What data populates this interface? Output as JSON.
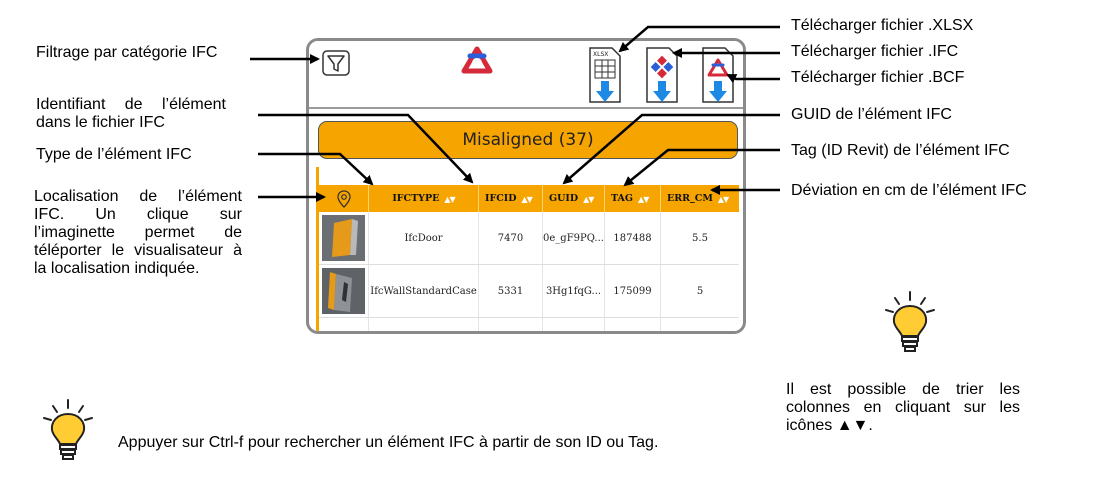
{
  "panel": {
    "banner_title": "Misaligned (37)",
    "columns": [
      "IFCTYPE",
      "IFCID",
      "GUID",
      "TAG",
      "ERR_CM"
    ],
    "rows": [
      {
        "ifctype": "IfcDoor",
        "ifcid": "7470",
        "guid": "0e_gF9PQ...",
        "tag": "187488",
        "err": "5.5"
      },
      {
        "ifctype": "IfcWallStandardCase",
        "ifcid": "5331",
        "guid": "3Hg1fqG...",
        "tag": "175099",
        "err": "5"
      }
    ],
    "xlsx_badge": "XLSX"
  },
  "annotations": {
    "filter": "Filtrage par catégorie IFC",
    "ifcid": "Identifiant de l’élément dans le fichier IFC",
    "type": "Type de l’élément IFC",
    "location": "Localisation de l’élément IFC. Un clique sur l’imaginette permet de téléporter le visualisateur à la localisation indiquée.",
    "dl_xlsx": "Télécharger fichier .XLSX",
    "dl_ifc": "Télécharger fichier .IFC",
    "dl_bcf": "Télécharger fichier .BCF",
    "guid": "GUID de l’élément IFC",
    "tag": "Tag (ID Revit) de l’élément IFC",
    "deviation": "Déviation en cm de l’élément IFC",
    "sort_tip": "Il est possible de trier les colonnes en cliquant sur les icônes ▲▼.",
    "search_tip": "Appuyer sur Ctrl-f pour rechercher un élément IFC à partir de son ID ou Tag."
  },
  "colors": {
    "accent": "#f6a400",
    "download_arrow": "#1e88e5",
    "bulb": "#ffcc33"
  },
  "icons": [
    "filter-icon",
    "app-logo-icon",
    "xlsx-download-icon",
    "ifc-download-icon",
    "bcf-download-icon",
    "location-pin-icon",
    "lightbulb-icon"
  ]
}
